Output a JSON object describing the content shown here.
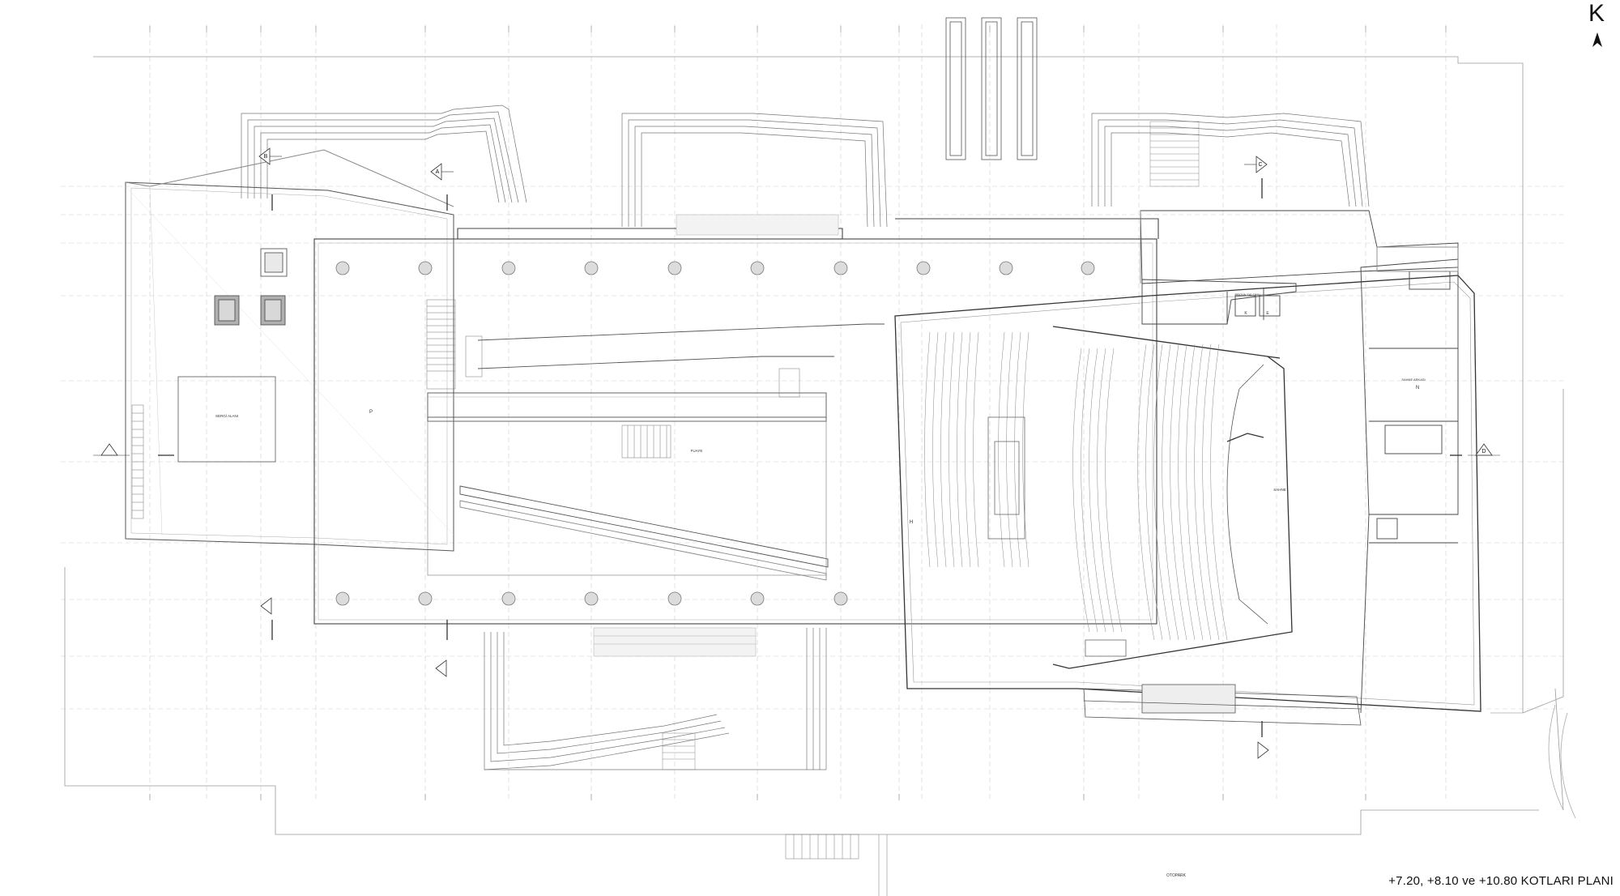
{
  "plan": {
    "title": "+7.20, +8.10 ve +10.80 KOTLARI PLANI",
    "north_letter": "K"
  },
  "sections": {
    "A": "A",
    "B": "B",
    "C": "C",
    "D": "D"
  },
  "rooms": {
    "lobby": "SERGİ ALANI",
    "foyer_upper": "FUAYE",
    "stage": "SAHNE",
    "rehearsal": "PROVA SALONU",
    "backstage": "SAHNE ARKASI",
    "parking": "OTOPARK",
    "wc_k": "K",
    "wc_e": "E",
    "service_p": "P",
    "service_h": "H",
    "service_n": "N"
  },
  "colors": {
    "line": "#555555",
    "light_line": "#9a9a9a",
    "grid": "#c8c8c8",
    "fill": "#f2f2f2",
    "column": "#dcdcdc"
  }
}
